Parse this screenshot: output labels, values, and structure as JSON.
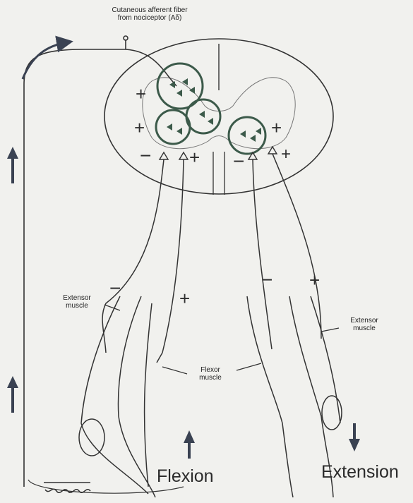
{
  "labels": {
    "afferent_line1": "Cutaneous afferent fiber",
    "afferent_line2": "from nociceptor (Aδ)",
    "extensor_left_line1": "Extensor",
    "extensor_left_line2": "muscle",
    "extensor_right_line1": "Extensor",
    "extensor_right_line2": "muscle",
    "flexor_line1": "Flexor",
    "flexor_line2": "muscle",
    "flexion": "Flexion",
    "extension": "Extension"
  },
  "signs": {
    "plus": "+",
    "minus": "−"
  },
  "colors": {
    "background": "#f1f1ee",
    "line": "#333333",
    "circle": "#3c5a4a",
    "arrow": "#3a4252"
  },
  "icons": [
    "scale-bar-icon",
    "up-arrow-icon",
    "down-arrow-icon"
  ]
}
